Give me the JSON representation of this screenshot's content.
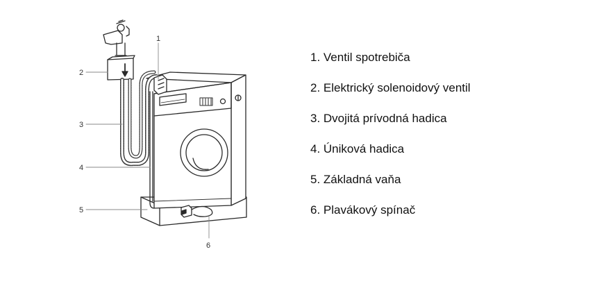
{
  "callouts": {
    "c1": "1",
    "c2": "2",
    "c3": "3",
    "c4": "4",
    "c5": "5",
    "c6": "6"
  },
  "legend": {
    "items": [
      {
        "label": "1. Ventil spotrebiča"
      },
      {
        "label": "2. Elektrický solenoidový ventil"
      },
      {
        "label": "3. Dvojitá prívodná hadica"
      },
      {
        "label": "4. Úniková hadica"
      },
      {
        "label": "5. Základná vaňa"
      },
      {
        "label": "6. Plavákový spínač"
      }
    ]
  }
}
